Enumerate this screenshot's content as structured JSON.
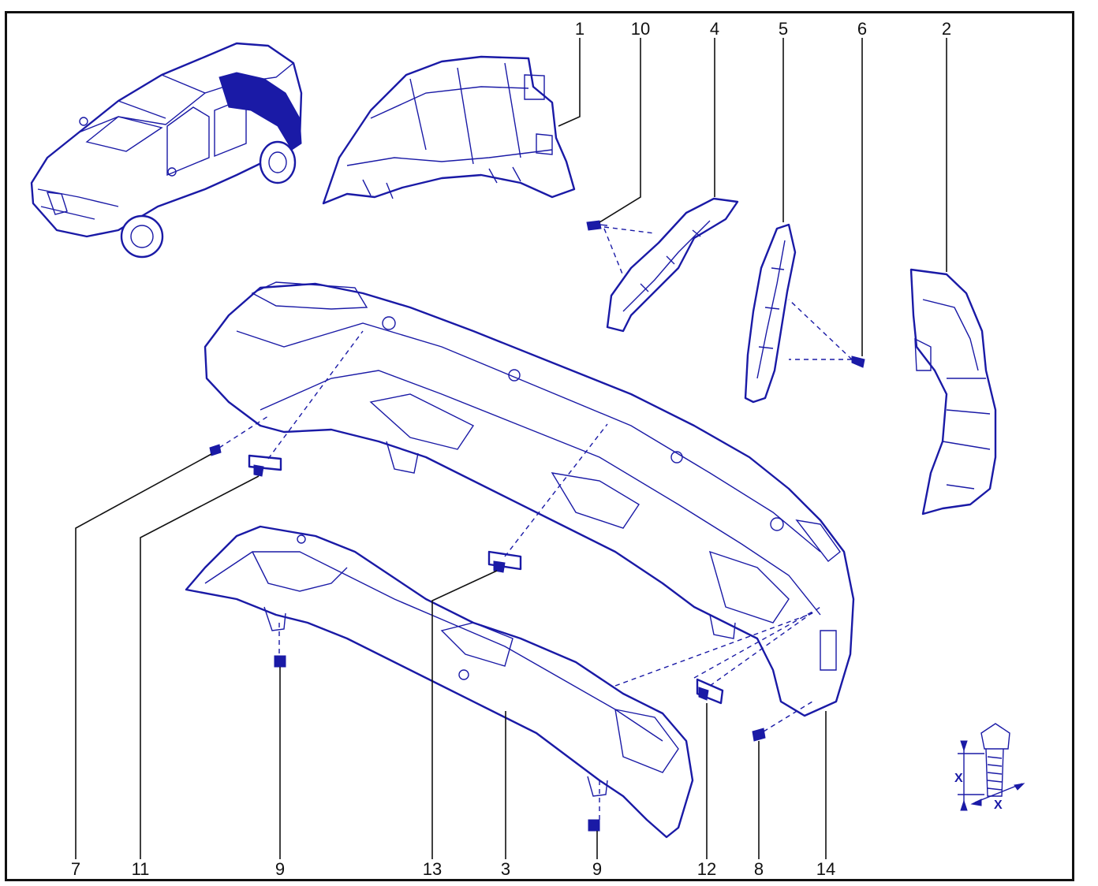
{
  "diagram": {
    "colors": {
      "line": "#1a1aa6",
      "callout": "#111111",
      "frame": "#111111"
    },
    "callouts": {
      "c1": "1",
      "c10": "10",
      "c4": "4",
      "c5": "5",
      "c6": "6",
      "c2": "2",
      "c7": "7",
      "c11": "11",
      "c9a": "9",
      "c13": "13",
      "c3": "3",
      "c9b": "9",
      "c12": "12",
      "c8": "8",
      "c14": "14"
    },
    "dimension_label": "X"
  }
}
